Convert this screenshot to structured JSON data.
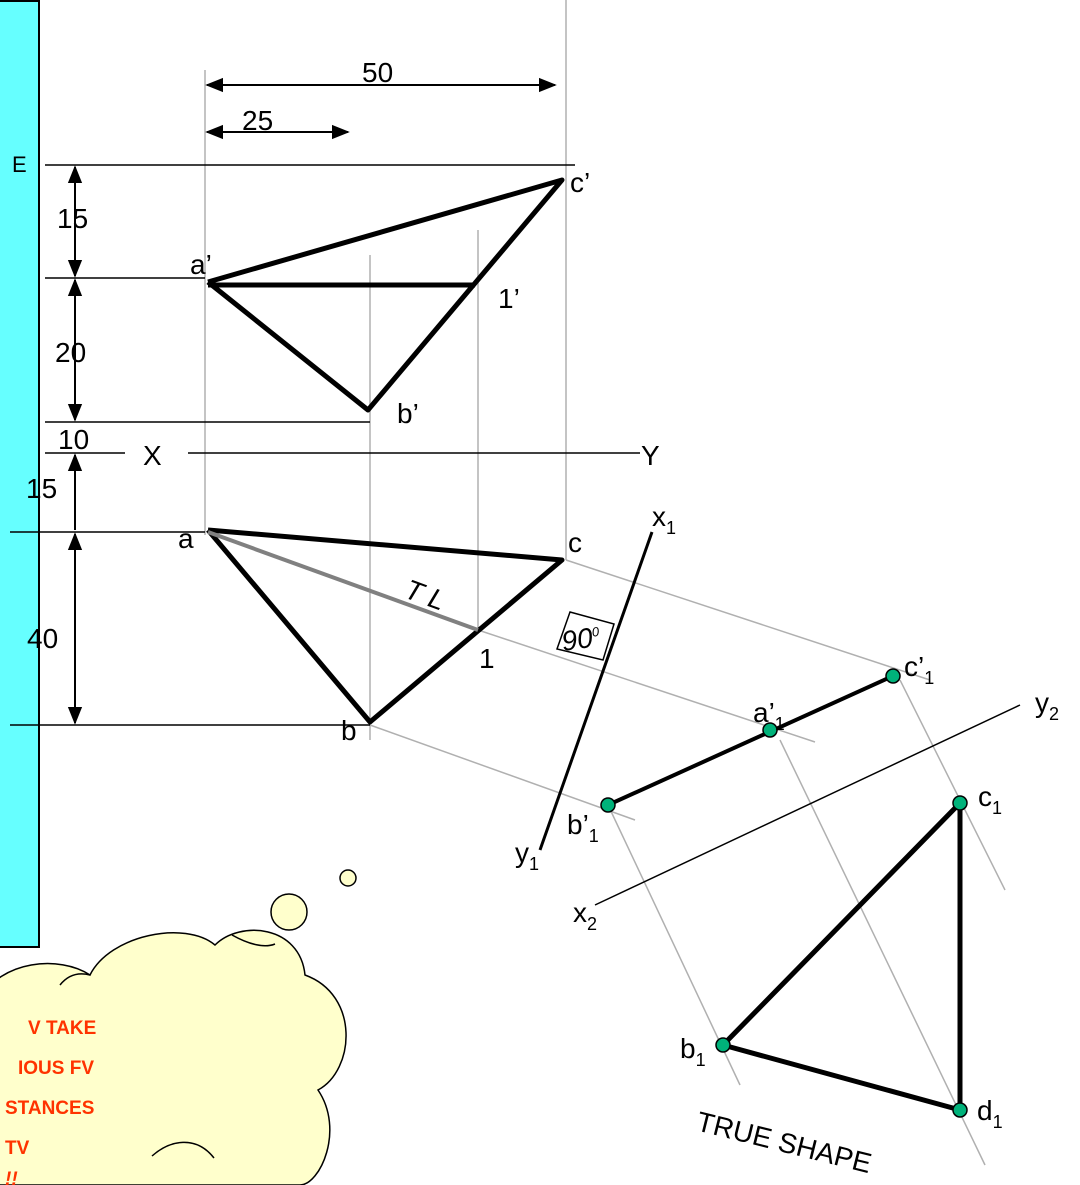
{
  "diagram": {
    "dimensions": {
      "d50": "50",
      "d25": "25",
      "d15_top": "15",
      "d20": "20",
      "d10": "10",
      "d15_mid": "15",
      "d40": "40"
    },
    "labels": {
      "a_fv": "a’",
      "c_fv": "c’",
      "one_fv": "1’",
      "b_fv": "b’",
      "x": "X",
      "y": "Y",
      "a_tv": "a",
      "c_tv": "c",
      "b_tv": "b",
      "one_tv": "1",
      "tl": "T L",
      "x1_base": "x",
      "x1_sub": "1",
      "y1_base": "y",
      "y1_sub": "1",
      "x2_base": "x",
      "x2_sub": "2",
      "y2_base": "y",
      "y2_sub": "2",
      "angle": "90",
      "angle_sup": "0",
      "c1p_base": "c’",
      "c1p_sub": "1",
      "a1p_base": "a’",
      "a1p_sub": "1",
      "b1p_base": "b’",
      "b1p_sub": "1",
      "c1_base": "c",
      "c1_sub": "1",
      "b1_base": "b",
      "b1_sub": "1",
      "d1_base": "d",
      "d1_sub": "1",
      "true_shape": "TRUE  SHAPE"
    },
    "panel_mark": "E",
    "cloud_note": [
      "V TAKE",
      "IOUS FV",
      "STANCES",
      "TV",
      "!!"
    ],
    "colors": {
      "panel": "#66ffff",
      "cloud": "#ffffcc",
      "note": "#ff3300",
      "point": "#00b27a"
    }
  }
}
